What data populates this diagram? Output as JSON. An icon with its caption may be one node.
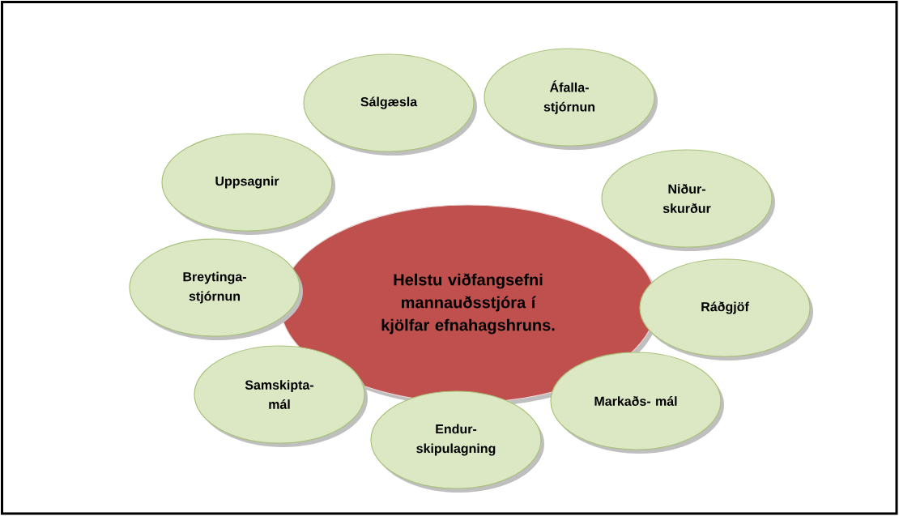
{
  "diagram": {
    "nodes": [
      {
        "text": [
          "Helstu viðfangsefni mannauðsstjóra í kjölfar efnahagshruns."
        ]
      },
      {
        "text": [
          "Sálgæsla"
        ]
      },
      {
        "text": [
          "Áfalla- stjórnun"
        ]
      },
      {
        "text": [
          "Niður- skurður"
        ]
      },
      {
        "text": [
          "Ráðgjöf"
        ]
      },
      {
        "text": [
          "Markaðs- mál"
        ]
      },
      {
        "text": [
          "Endur- skipulagning"
        ]
      },
      {
        "text": [
          "Samskipta- mál"
        ]
      },
      {
        "text": [
          "Breytinga- stjórnun"
        ]
      },
      {
        "text": [
          "Uppsagnir"
        ]
      }
    ]
  }
}
